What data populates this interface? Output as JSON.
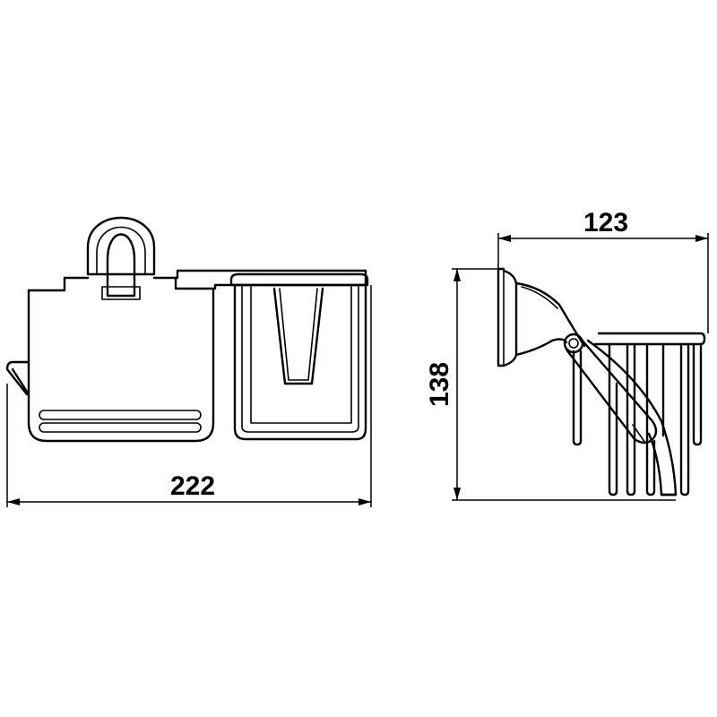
{
  "dimensions": {
    "overall_width": "222",
    "depth": "123",
    "height": "138"
  }
}
